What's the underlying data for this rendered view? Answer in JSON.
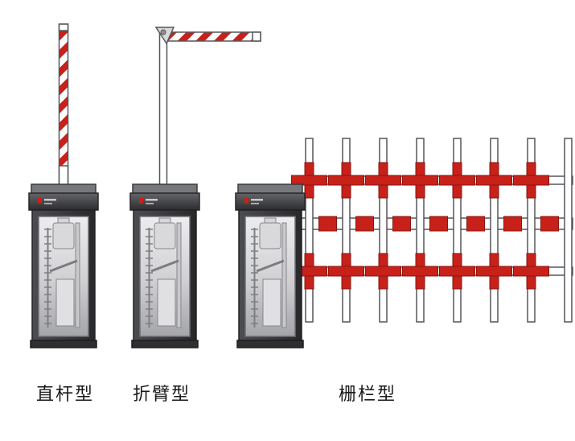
{
  "figure": {
    "title": "barrier-gate-types-illustration"
  },
  "labels": [
    {
      "id": "straight",
      "text": "直杆型"
    },
    {
      "id": "folding",
      "text": "折臂型"
    },
    {
      "id": "fence",
      "text": "栅栏型"
    }
  ],
  "colors": {
    "warning_red": "#c7211a",
    "pole_white": "#ffffff",
    "outline_gray": "#55565a",
    "cabinet_dark": "#3c3d41",
    "label_black": "#1a1a1a"
  },
  "icons": {
    "straight_barrier": "straight-boom-barrier-illustration",
    "folding_barrier": "folding-arm-barrier-illustration",
    "fence_barrier": "fence-type-barrier-illustration",
    "brand_logo": "red-brand-logo-mark"
  }
}
